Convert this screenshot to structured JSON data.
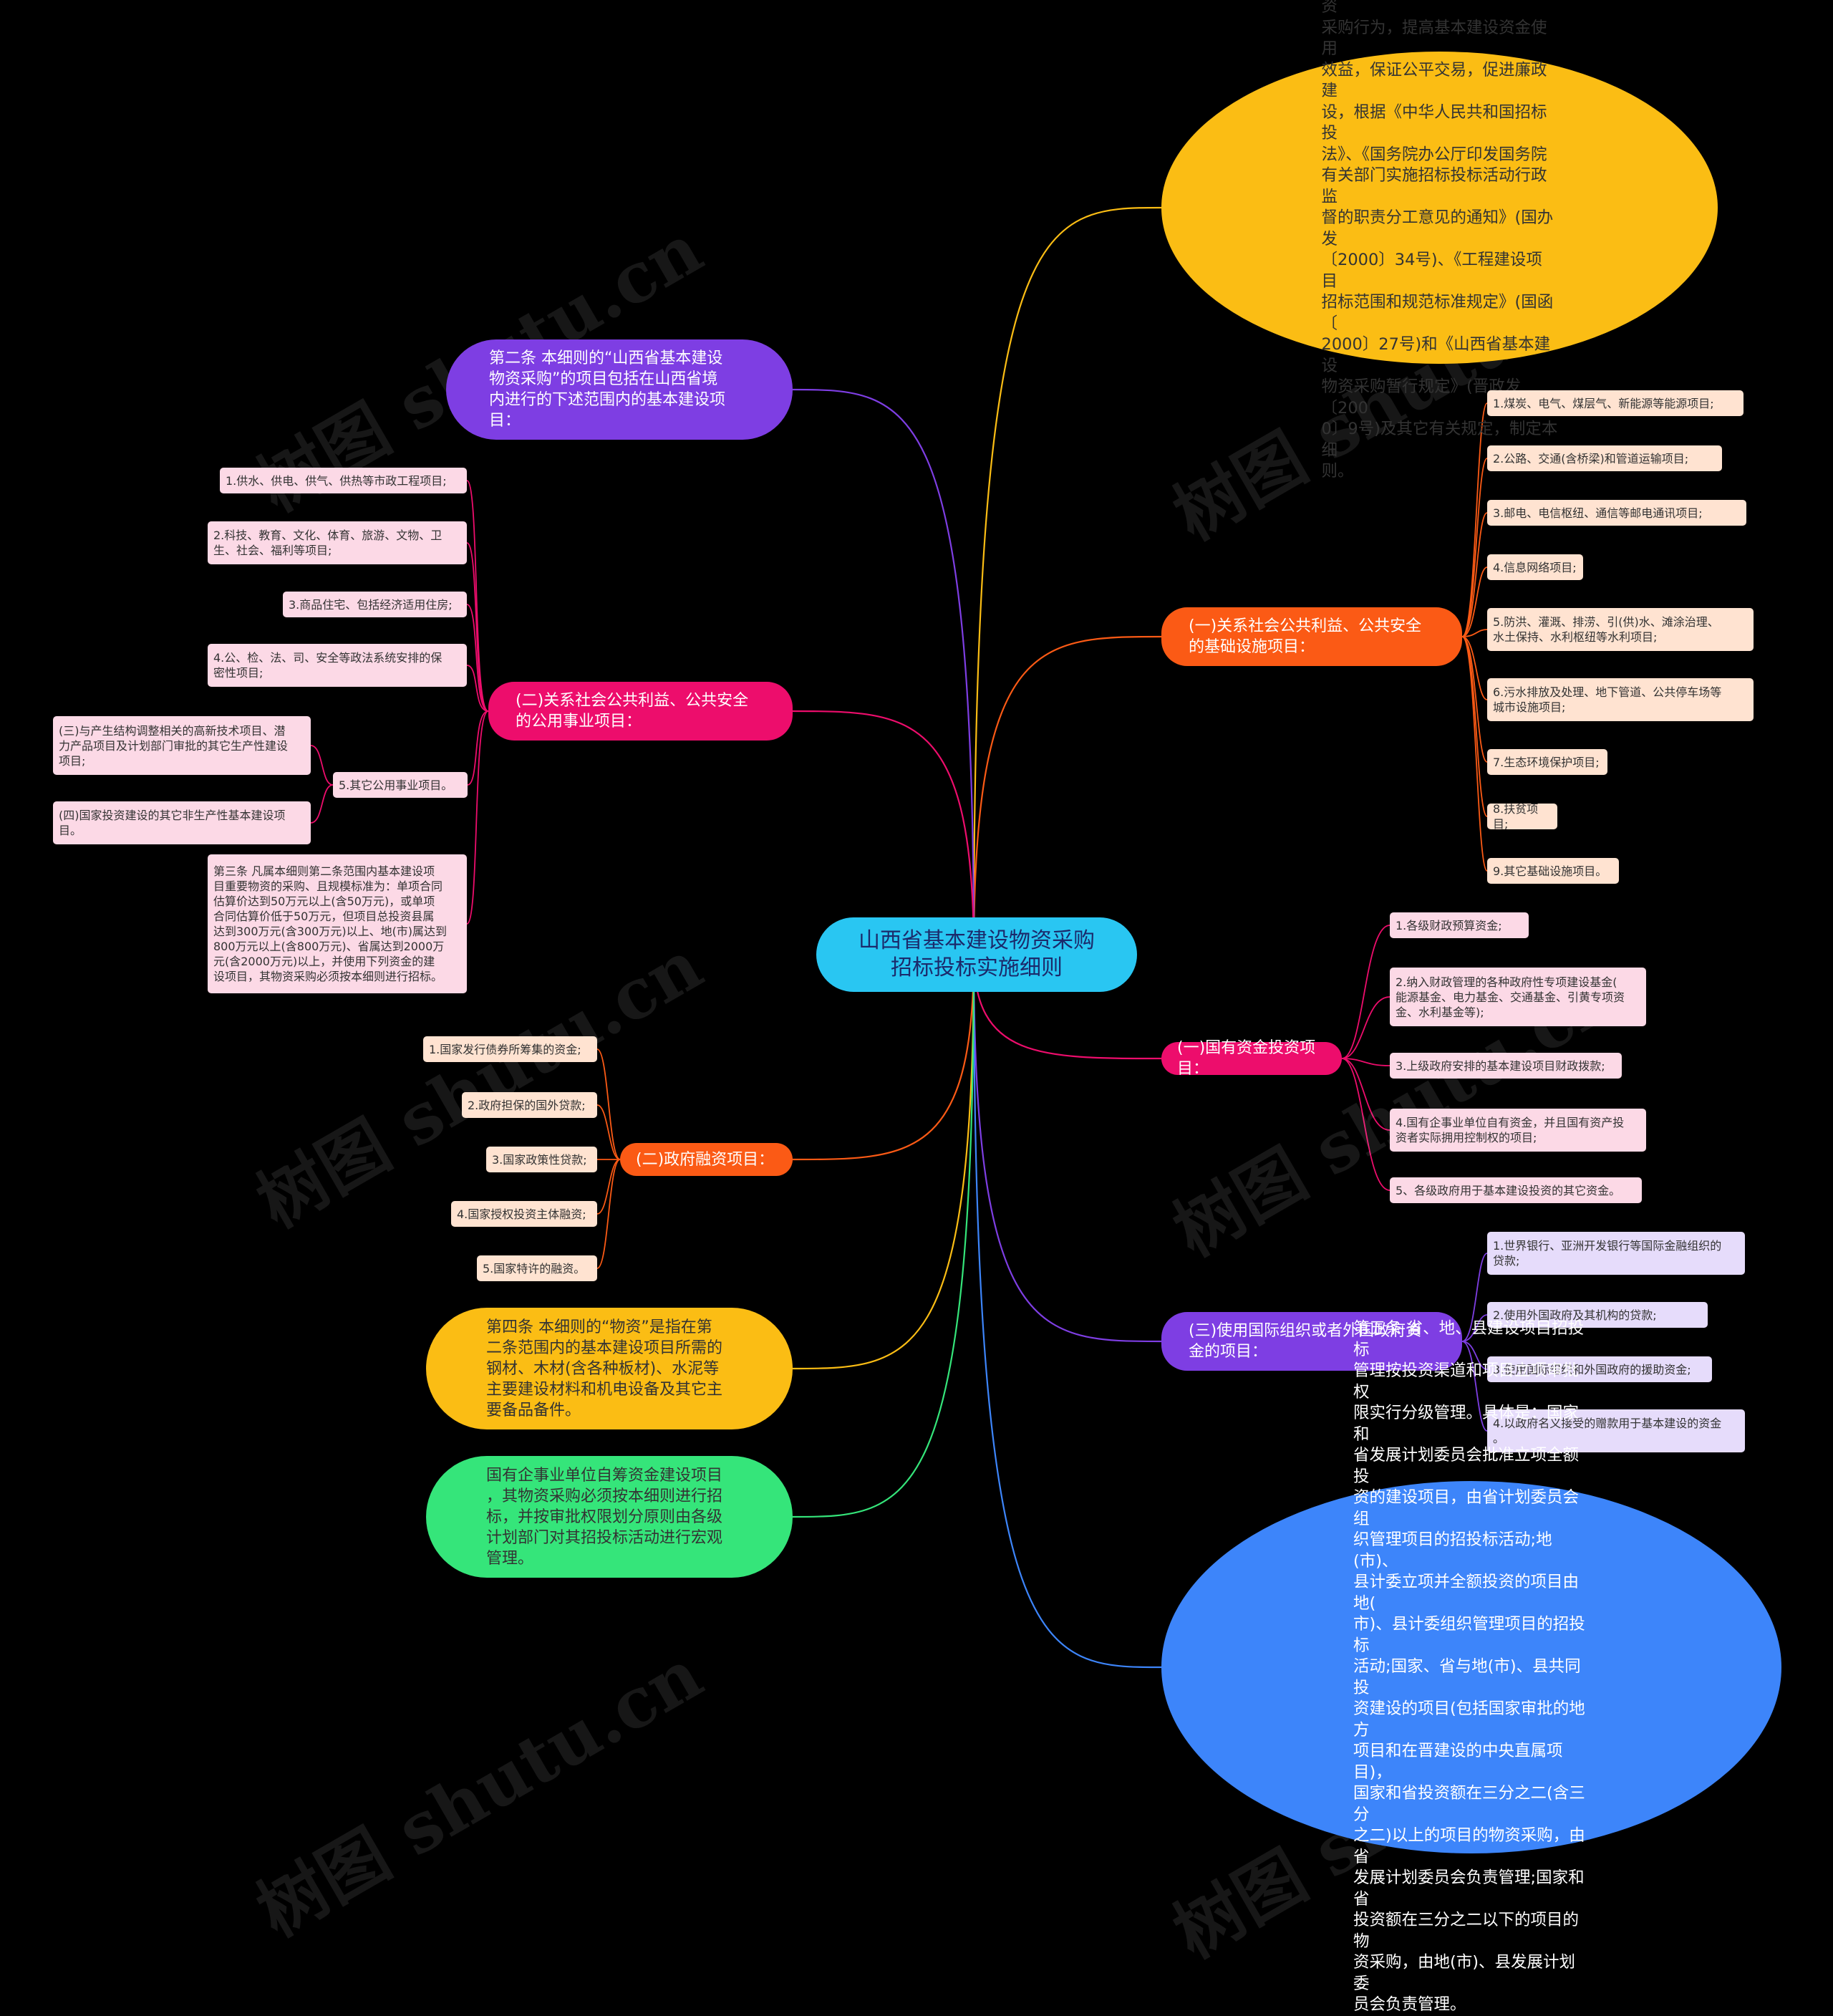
{
  "watermark": "树图 shutu.cn",
  "center": "山西省基本建设物资采购\n招标投标实施细则",
  "right": {
    "article1": "第一条 为保护国家利益，维护市场\n竞争秩序，规范基本建设项目物资\n采购行为，提高基本建设资金使用\n效益，保证公平交易，促进廉政建\n设，根据《中华人民共和国招标投\n法》、《国务院办公厅印发国务院\n有关部门实施招标投标活动行政监\n督的职责分工意见的通知》(国办发\n〔2000〕34号)、《工程建设项目\n招标范围和规范标准规定》(国函〔\n2000〕27号)和《山西省基本建设\n物资采购暂行规定》(晋政发〔200\n0〕9号)及其它有关规定，制定本细\n则。",
    "infra": {
      "label": "(一)关系社会公共利益、公共安全\n的基础设施项目：",
      "items": [
        "1.煤炭、电气、煤层气、新能源等能源项目;",
        "2.公路、交通(含桥梁)和管道运输项目;",
        "3.邮电、电信枢纽、通信等邮电通讯项目;",
        "4.信息网络项目;",
        "5.防洪、灌溉、排涝、引(供)水、滩涂治理、\n水土保持、水利枢纽等水利项目;",
        "6.污水排放及处理、地下管道、公共停车场等\n城市设施项目;",
        "7.生态环境保护项目;",
        "8.扶贫项目;",
        "9.其它基础设施项目。"
      ]
    },
    "stateFunds": {
      "label": "(一)国有资金投资项目：",
      "items": [
        "1.各级财政预算资金;",
        "2.纳入财政管理的各种政府性专项建设基金(\n能源基金、电力基金、交通基金、引黄专项资\n金、水利基金等);",
        "3.上级政府安排的基本建设项目财政拨款;",
        "4.国有企事业单位自有资金，并且国有资产投\n资者实际拥用控制权的项目;",
        "5、各级政府用于基本建设投资的其它资金。"
      ]
    },
    "intl": {
      "label": "(三)使用国际组织或者外国政府资\n金的项目：",
      "items": [
        "1.世界银行、亚洲开发银行等国际金融组织的\n贷款;",
        "2.使用外国政府及其机构的贷款;",
        "3.使用国际组织和外国政府的援助资金;",
        "4.以政府名义接受的赠款用于基本建设的资金\n。"
      ]
    },
    "article5": "第五条 省、地、县建设项目招投标\n管理按投资渠道和项目立项审批权\n限实行分级管理。具体是：国家和\n省发展计划委员会批准立项全额投\n资的建设项目，由省计划委员会组\n织管理项目的招投标活动;地(市)、\n县计委立项并全额投资的项目由地(\n市)、县计委组织管理项目的招投标\n活动;国家、省与地(市)、县共同投\n资建设的项目(包括国家审批的地方\n项目和在晋建设的中央直属项目)，\n国家和省投资额在三分之二(含三分\n之二)以上的项目的物资采购，由省\n发展计划委员会负责管理;国家和省\n投资额在三分之二以下的项目的物\n资采购，由地(市)、县发展计划委\n员会负责管理。"
  },
  "left": {
    "article2": "第二条 本细则的“山西省基本建设\n物资采购”的项目包括在山西省境\n内进行的下述范围内的基本建设项\n目：",
    "public": {
      "label": "(二)关系社会公共利益、公共安全\n的公用事业项目：",
      "items": [
        "1.供水、供电、供气、供热等市政工程项目;",
        "2.科技、教育、文化、体育、旅游、文物、卫\n生、社会、福利等项目;",
        "3.商品住宅、包括经济适用住房;",
        "4.公、检、法、司、安全等政法系统安排的保\n密性项目;",
        "5.其它公用事业项目。",
        "第三条 凡属本细则第二条范围内基本建设项\n目重要物资的采购、且规模标准为：单项合同\n估算价达到50万元以上(含50万元)，或单项\n合同估算价低于50万元，但项目总投资县属\n达到300万元(含300万元)以上、地(市)属达到\n800万元以上(含800万元)、省属达到2000万\n元(含2000万元)以上，并使用下列资金的建\n设项目，其物资采购必须按本细则进行招标。"
      ],
      "sub5": [
        "(三)与产生结构调整相关的高新技术项目、潜\n力产品项目及计划部门审批的其它生产性建设\n项目;",
        "(四)国家投资建设的其它非生产性基本建设项\n目。"
      ]
    },
    "financing": {
      "label": "(二)政府融资项目：",
      "items": [
        "1.国家发行债券所筹集的资金;",
        "2.政府担保的国外贷款;",
        "3.国家政策性贷款;",
        "4.国家授权投资主体融资;",
        "5.国家特许的融资。"
      ]
    },
    "article4": "第四条 本细则的“物资”是指在第\n二条范围内的基本建设项目所需的\n钢材、木材(含各种板材)、水泥等\n主要建设材料和机电设备及其它主\n要备品备件。",
    "selfFunded": "国有企事业单位自筹资金建设项目\n，其物资采购必须按本细则进行招\n标，并按审批权限划分原则由各级\n计划部门对其招投标活动进行宏观\n管理。"
  },
  "colors": {
    "background": "#000000",
    "center": "#29c6f2",
    "article1": "#fbbd14",
    "infra": "#fb5a15",
    "stateFunds": "#ed0d6c",
    "intl": "#7e3ee3",
    "article5": "#3d85fa",
    "article2": "#7e3ee3",
    "public": "#ed0d6c",
    "financing": "#fb5a15",
    "article4": "#fbbd14",
    "selfFunded": "#35e57a",
    "leafPeach": "#ffe3d1",
    "leafPink": "#fcd9e6",
    "leafLavender": "#e6dcfb"
  }
}
